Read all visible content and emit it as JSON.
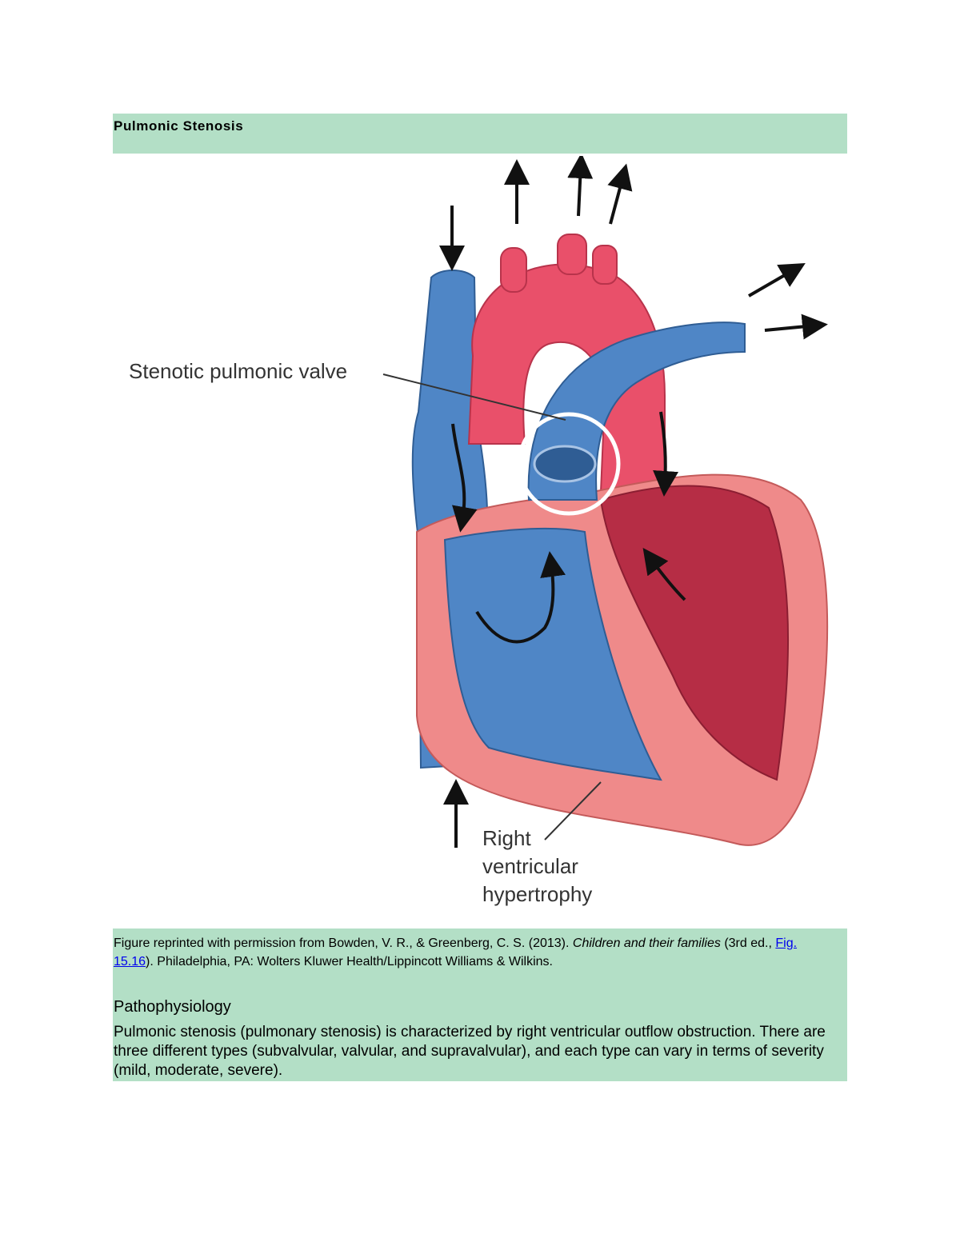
{
  "document": {
    "title": "Pulmonic Stenosis",
    "figure": {
      "labels": {
        "valve": "Stenotic pulmonic valve",
        "hypertrophy_line1": "Right",
        "hypertrophy_line2": "ventricular",
        "hypertrophy_line3": "hypertrophy"
      },
      "colors": {
        "deoxygenated": "#4f86c6",
        "oxygenated": "#e9506a",
        "myocardium": "#ef8a8a",
        "highlight_circle": "#ffffff"
      }
    },
    "caption": {
      "prefix": "Figure reprinted with permission from Bowden, V. R., & Greenberg, C. S. (2013). ",
      "book_title": "Children and their families",
      "edition": " (3rd ed., ",
      "link_text": "Fig. 15.16",
      "suffix": "). Philadelphia, PA: Wolters Kluwer Health/Lippincott Williams & Wilkins."
    },
    "section": {
      "heading": "Pathophysiology",
      "body": "Pulmonic stenosis (pulmonary stenosis) is characterized by right ventricular outflow obstruction. There are three different types (subvalvular, valvular, and supravalvular), and each type can vary in terms of severity (mild, moderate, severe)."
    },
    "background_color": "#b3dfc6"
  }
}
